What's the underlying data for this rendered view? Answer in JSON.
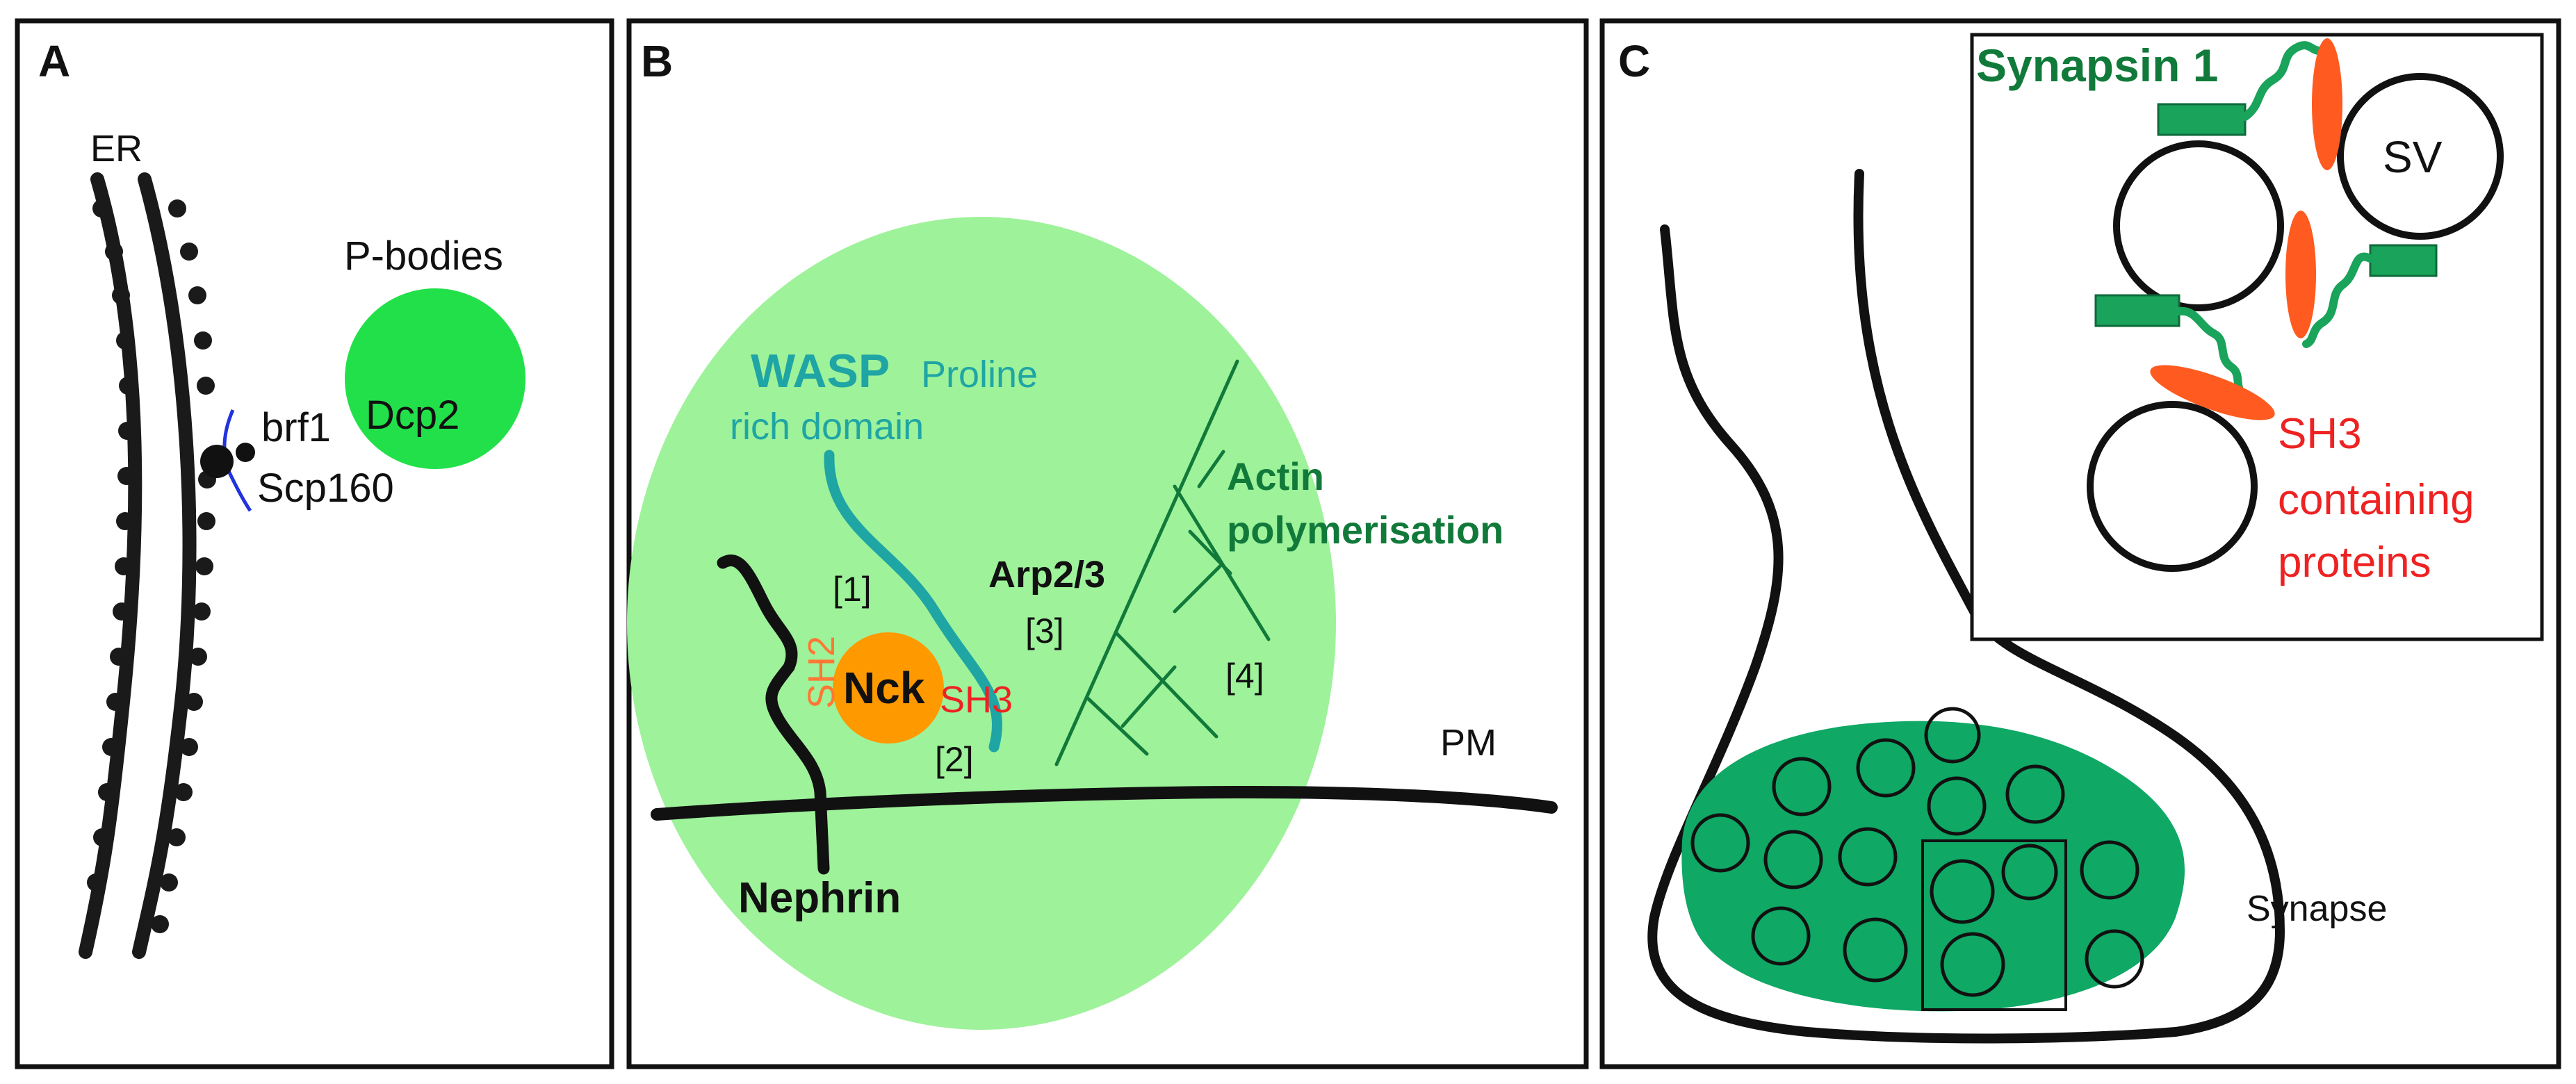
{
  "panels": {
    "a": {
      "letter": "A",
      "er_label": "ER",
      "pbodies_label": "P-bodies",
      "dcp2_label": "Dcp2",
      "brf1_label": "brf1",
      "scp160_label": "Scp160"
    },
    "b": {
      "letter": "B",
      "wasp_label": "WASP",
      "proline_line1": "Proline",
      "proline_line2": "rich domain",
      "actin_line1": "Actin",
      "actin_line2": "polymerisation",
      "arp_label": "Arp2/3",
      "step1": "[1]",
      "step2": "[2]",
      "step3": "[3]",
      "step4": "[4]",
      "sh2_label": "SH2",
      "sh3_label": "SH3",
      "nck_label": "Nck",
      "pm_label": "PM",
      "nephrin_label": "Nephrin"
    },
    "c": {
      "letter": "C",
      "synapsin_label": "Synapsin 1",
      "sv_label": "SV",
      "sh3_line1": "SH3",
      "sh3_line2": "containing",
      "sh3_line3": "proteins",
      "synapse_label": "Synapse"
    }
  },
  "colors": {
    "black": "#111111",
    "pbody_green": "#22e04a",
    "cell_green": "#9ef29a",
    "teal": "#20a5a5",
    "dark_green": "#117a3a",
    "nck_orange": "#ff9900",
    "sh_red": "#ee2222",
    "sh2_orange": "#ff7733",
    "vesicle_green": "#0fa865",
    "synapsin_green": "#1aa35a",
    "sh3_protein_orange": "#ff5a1f",
    "er_blue": "#2233dd"
  }
}
